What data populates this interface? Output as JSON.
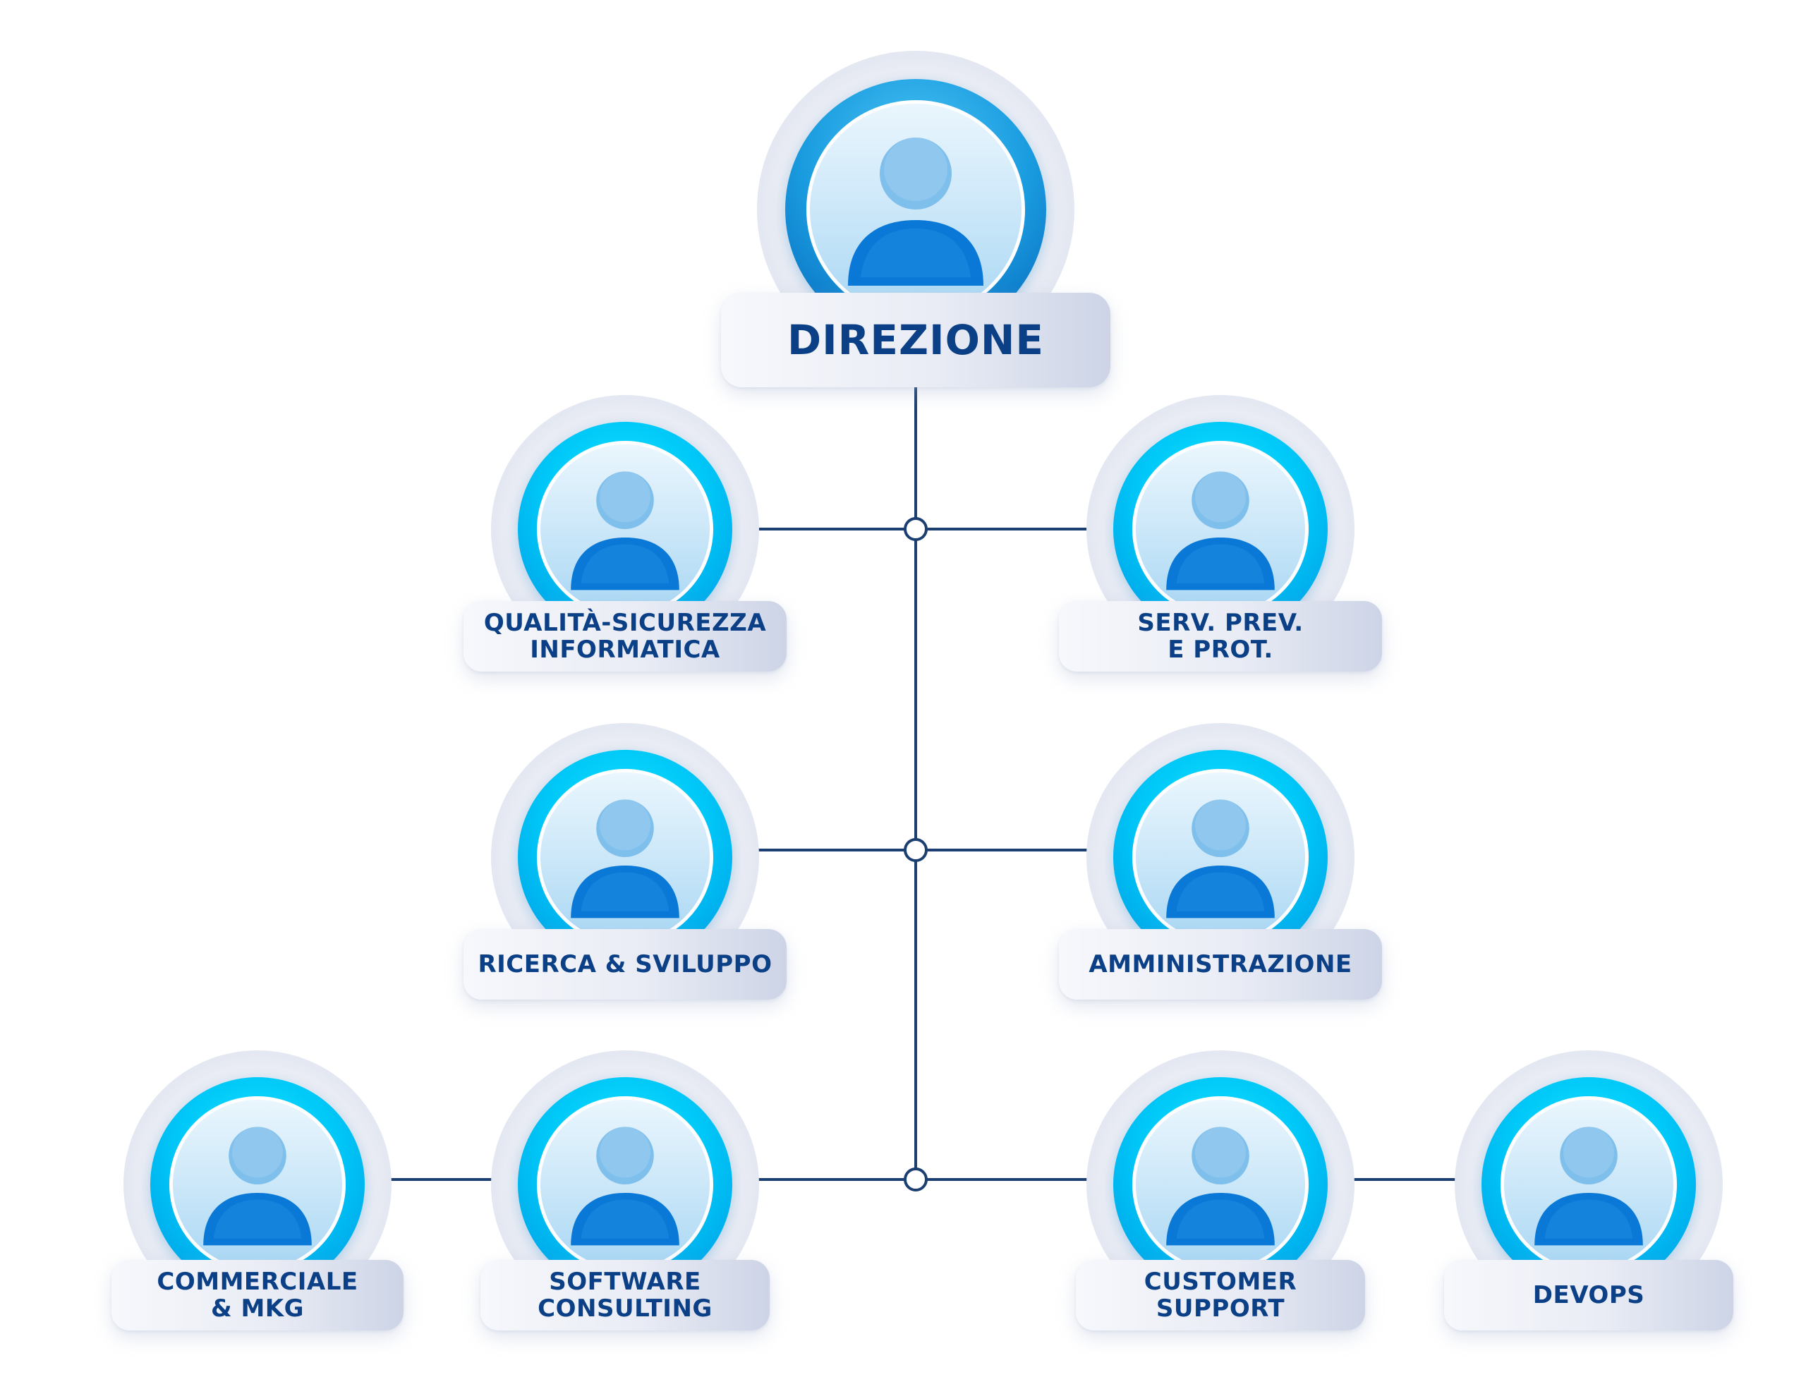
{
  "colors": {
    "line": "#1c3f72",
    "label_text": "#0b3f86",
    "ring_cyan": "#00c8f8",
    "ring_main": "#1a9ce0",
    "person": "#0a78d6"
  },
  "icons": {
    "node_avatar": "user-icon",
    "junction": "junction-dot"
  },
  "nodes": {
    "direzione": {
      "label": "DIREZIONE"
    },
    "qualita": {
      "label": "QUALITÀ-SICUREZZA\nINFORMATICA"
    },
    "serv_prev": {
      "label": "SERV. PREV.\nE PROT."
    },
    "ricerca": {
      "label": "RICERCA & SVILUPPO"
    },
    "amministrazione": {
      "label": "AMMINISTRAZIONE"
    },
    "commerciale": {
      "label": "COMMERCIALE\n& MKG"
    },
    "software": {
      "label": "SOFTWARE\nCONSULTING"
    },
    "customer": {
      "label": "CUSTOMER\nSUPPORT"
    },
    "devops": {
      "label": "DEVOPS"
    }
  },
  "edges": [
    {
      "from": "direzione",
      "to": "qualita"
    },
    {
      "from": "direzione",
      "to": "serv_prev"
    },
    {
      "from": "direzione",
      "to": "ricerca"
    },
    {
      "from": "direzione",
      "to": "amministrazione"
    },
    {
      "from": "direzione",
      "to": "software"
    },
    {
      "from": "direzione",
      "to": "customer"
    },
    {
      "from": "software",
      "to": "commerciale"
    },
    {
      "from": "customer",
      "to": "devops"
    }
  ]
}
